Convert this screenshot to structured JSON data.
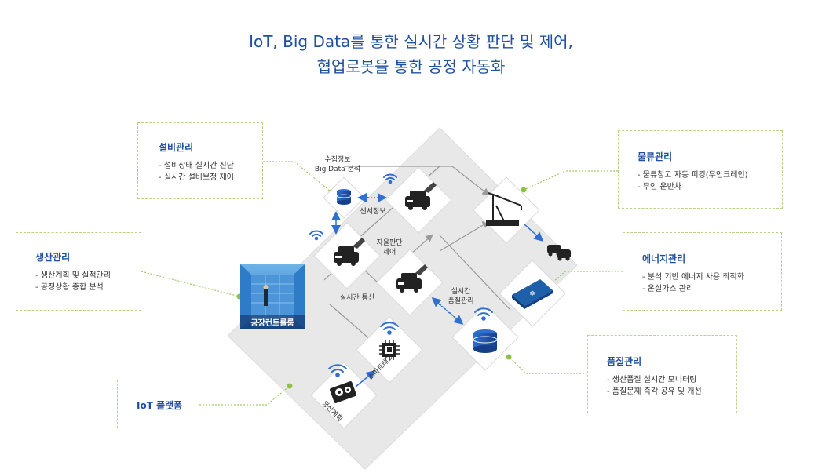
{
  "title": {
    "line1": "IoT, Big Data를 통한 실시간 상황 판단 및 제어,",
    "line2": "협업로봇을 통한 공정 자동화"
  },
  "boxes": {
    "equipment": {
      "title": "설비관리",
      "items": [
        "설비상태 실시간 진단",
        "실시간 설비보정 제어"
      ]
    },
    "production": {
      "title": "생산관리",
      "items": [
        "생산계획 및 실적관리",
        "공정상황 종합 분석"
      ]
    },
    "iot": {
      "title": "IoT 플랫폼"
    },
    "logistics": {
      "title": "물류관리",
      "items": [
        "물류창고 자동 피킹(무인크레인)",
        "무인 운반차"
      ]
    },
    "energy": {
      "title": "에너지관리",
      "items": [
        "분석 기반 에너지 사용 최적화",
        "온실가스 관리"
      ]
    },
    "quality": {
      "title": "품질관리",
      "items": [
        "생산품질 실시간 모니터링",
        "품질문제 즉각 공유 및 개선"
      ]
    }
  },
  "diagram": {
    "collect_line1": "수집정보",
    "collect_line2": "Big Data 분석",
    "sensor": "센서정보",
    "autonomous_line1": "자율판단",
    "autonomous_line2": "제어",
    "realtime_comm": "실시간 통신",
    "realtime_quality_line1": "실시간",
    "realtime_quality_line2": "품질관리",
    "control_room": "공장컨트롤룸",
    "smart_tag": "스마트태그",
    "production_plan": "생산계획"
  },
  "colors": {
    "title": "#1f4fa0",
    "accent_blue": "#2f6fd0",
    "connector_green": "#8cc14a",
    "platform": "#e8e8e8"
  }
}
